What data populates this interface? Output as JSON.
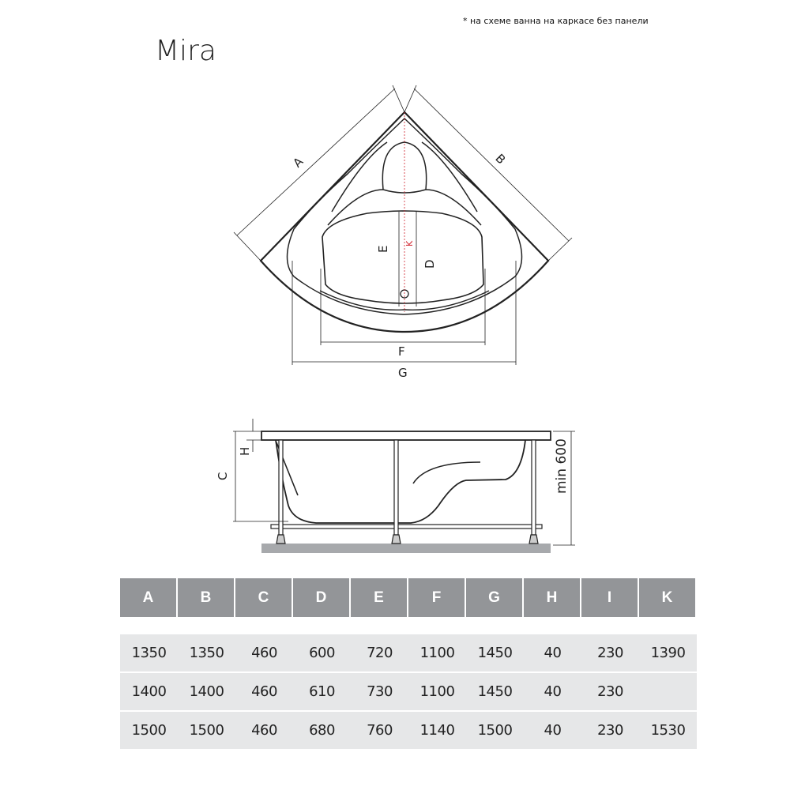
{
  "note": "* на схеме ванна на каркасе без панели",
  "title": "Mira",
  "top_view_labels": {
    "A": "A",
    "B": "B",
    "D": "D",
    "E": "E",
    "F": "F",
    "G": "G",
    "K": "K"
  },
  "side_view_labels": {
    "C": "C",
    "H": "H",
    "min": "min 600"
  },
  "colors": {
    "header_bg": "#939598",
    "row_bg": "#e6e7e8",
    "k_label": "#d0202a"
  },
  "table": {
    "headers": [
      "A",
      "B",
      "C",
      "D",
      "E",
      "F",
      "G",
      "H",
      "I",
      "K"
    ],
    "rows": [
      [
        "1350",
        "1350",
        "460",
        "600",
        "720",
        "1100",
        "1450",
        "40",
        "230",
        "1390"
      ],
      [
        "1400",
        "1400",
        "460",
        "610",
        "730",
        "1100",
        "1450",
        "40",
        "230",
        ""
      ],
      [
        "1500",
        "1500",
        "460",
        "680",
        "760",
        "1140",
        "1500",
        "40",
        "230",
        "1530"
      ]
    ]
  }
}
